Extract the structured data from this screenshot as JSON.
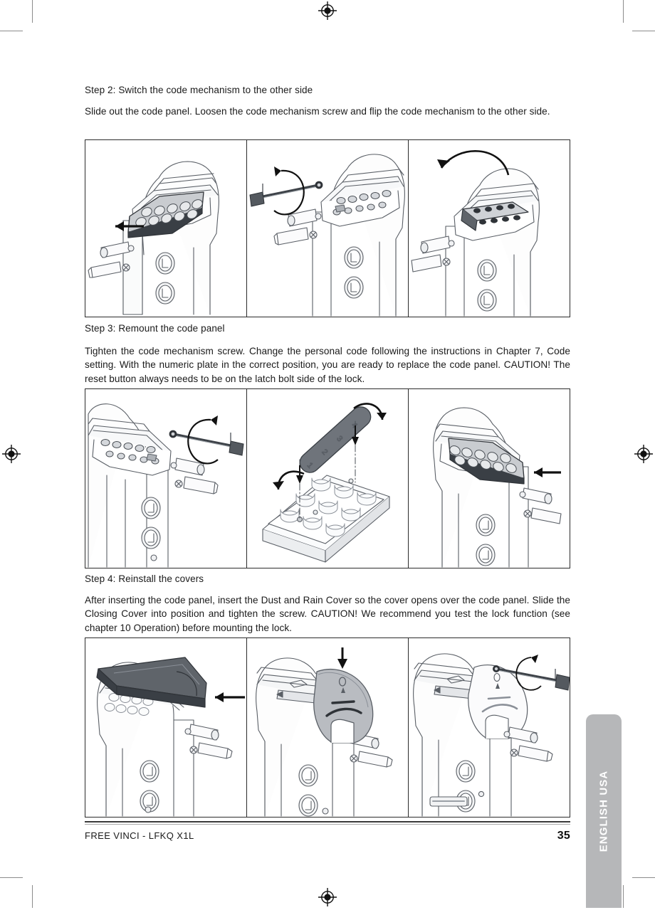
{
  "document": {
    "page_number": "35",
    "footer_title": "FREE VINCI - LFKQ X1L",
    "side_tab_label": "ENGLISH USA"
  },
  "steps": [
    {
      "title": "Step 2:  Switch the code mechanism to the other side",
      "body": "Slide out the code panel. Loosen the code mechanism screw and flip the code mechanism to the other side.",
      "figures": [
        {
          "caption": "Code panel sliding out of the lock housing, arrow pointing left"
        },
        {
          "caption": "Screwdriver loosening the code mechanism screw, counter-clockwise rotation arrow"
        },
        {
          "caption": "Code mechanism flipped over to the other side, curved flip arrow"
        }
      ]
    },
    {
      "title": "Step 3:  Remount the code panel",
      "body": "Tighten the code mechanism screw. Change the personal code following the instructions in Chapter 7, Code setting. With the numeric plate in the correct position, you are ready to replace the code panel. CAUTION! The reset button always needs to be on the latch bolt side of the lock.",
      "figures": [
        {
          "caption": "Screwdriver tightening the code mechanism screw, clockwise rotation arrow"
        },
        {
          "caption": "Numeric plate rotated and aligned onto the code panel, dash-dot alignment lines"
        },
        {
          "caption": "Code panel reinserted into the lock housing, arrow pointing left"
        }
      ]
    },
    {
      "title": "Step 4:  Reinstall the covers",
      "body": "After inserting the code panel, insert the Dust and Rain Cover so the cover opens over the code panel.  Slide the Closing Cover into position and tighten the screw. CAUTION! We recommend you test the lock function (see chapter 10 Operation) before mounting the lock.",
      "figures": [
        {
          "caption": "Closing Cover sliding onto the lock, arrow pointing left"
        },
        {
          "caption": "Dust and Rain Cover being lowered into place, downward arrow"
        },
        {
          "caption": "Screwdriver tightening the cover screw, clockwise rotation arrow"
        }
      ]
    }
  ],
  "colors": {
    "tab_gray": "#b6b7b9",
    "line_art_stroke": "#5a5f66",
    "line_art_fill_light": "#f2f3f4",
    "line_art_fill_mid": "#d9dade",
    "line_art_fill_dark": "#6f747b",
    "arrow": "#111111",
    "border": "#2b2b2b"
  }
}
